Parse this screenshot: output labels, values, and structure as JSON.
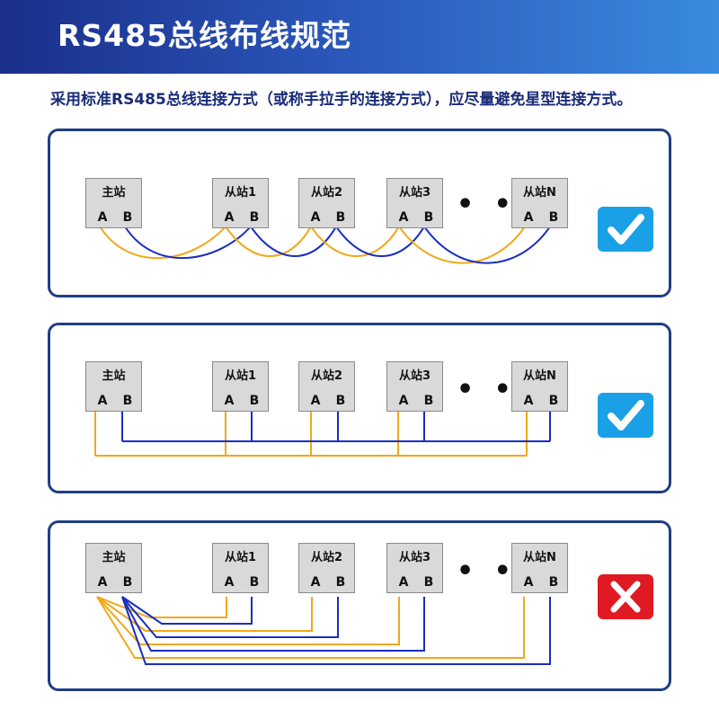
{
  "header": {
    "title": "RS485总线布线规范"
  },
  "subtitle": "采用标准RS485总线连接方式（或称手拉手的连接方式），应尽量避免星型连接方式。",
  "terminals": {
    "a": "A",
    "b": "B"
  },
  "ellipsis": "• • •",
  "colors": {
    "wire_a": "#f0a818",
    "wire_b": "#1a2ec0",
    "correct_badge": "#1aa0e6",
    "wrong_badge": "#e01a22",
    "panel_border": "#1f3f82"
  },
  "panels": [
    {
      "wiring": "daisy-chain-curved",
      "stations": [
        "主站",
        "从站1",
        "从站2",
        "从站3",
        "从站N"
      ],
      "verdict": "correct",
      "icon": "check-mark-icon"
    },
    {
      "wiring": "bus-trunk",
      "stations": [
        "主站",
        "从站1",
        "从站2",
        "从站3",
        "从站N"
      ],
      "verdict": "correct",
      "icon": "check-mark-icon"
    },
    {
      "wiring": "star",
      "stations": [
        "主站",
        "从站1",
        "从站2",
        "从站3",
        "从站N"
      ],
      "verdict": "wrong",
      "icon": "cross-mark-icon"
    }
  ]
}
